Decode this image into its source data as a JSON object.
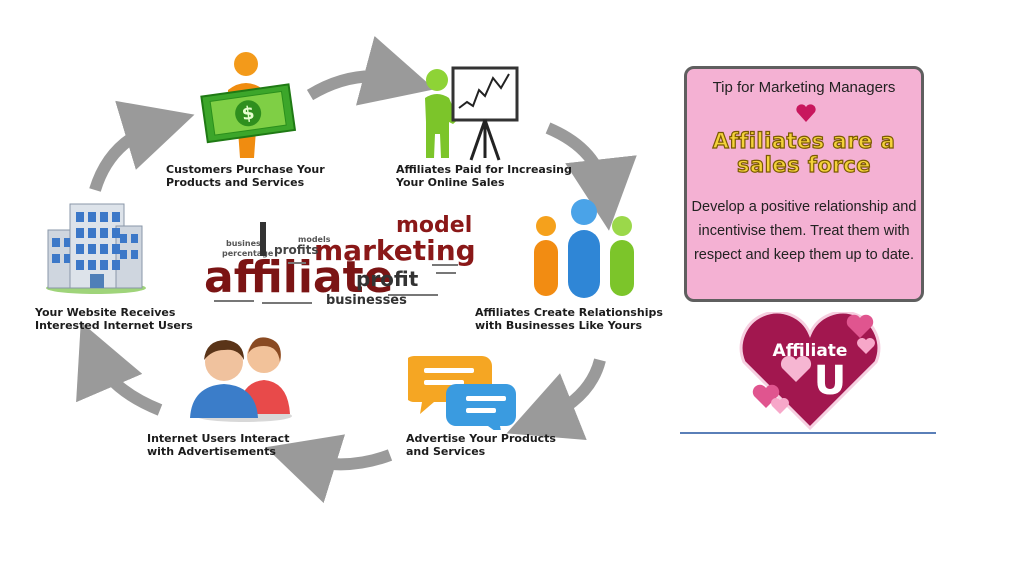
{
  "cycle": {
    "steps": [
      {
        "label": "Customers Purchase Your\nProducts and Services"
      },
      {
        "label": "Affiliates Paid for Increasing\nYour Online Sales"
      },
      {
        "label": "Affiliates Create Relationships\nwith Businesses Like Yours"
      },
      {
        "label": "Advertise Your Products\nand Services"
      },
      {
        "label": "Internet Users Interact\nwith Advertisements"
      },
      {
        "label": "Your Website Receives\nInterested Internet Users"
      }
    ],
    "word_cloud": {
      "main": "affiliate",
      "secondary": [
        "marketing",
        "model",
        "profit",
        "profits",
        "businesses",
        "business",
        "percentage",
        "models"
      ]
    }
  },
  "tip": {
    "title": "Tip for Marketing Managers",
    "headline": "Affiliates are a\nsales force",
    "body": "Develop a positive relationship and incentivise them. Treat them with respect and keep them up to date."
  },
  "logo": {
    "line1": "Affiliate",
    "line2": "U"
  },
  "colors": {
    "tip_bg": "#f4b1d3",
    "heart": "#c8175d",
    "logo_heart": "#a2174f",
    "headline": "#f4d23a"
  }
}
